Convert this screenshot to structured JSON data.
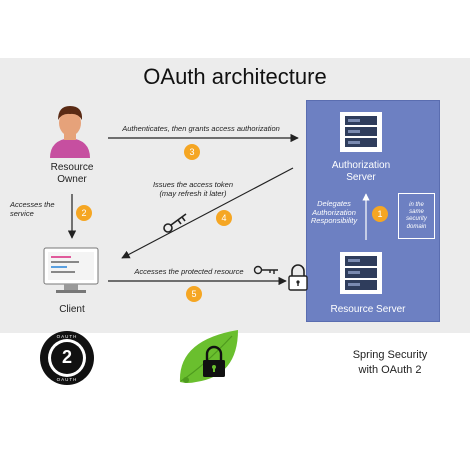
{
  "title": "OAuth architecture",
  "nodes": {
    "owner": {
      "label_line1": "Resource",
      "label_line2": "Owner"
    },
    "client": {
      "label": "Client"
    },
    "auth_server": {
      "label_line1": "Authorization",
      "label_line2": "Server"
    },
    "resource_server": {
      "label": "Resource Server"
    }
  },
  "steps": [
    {
      "number": "1",
      "text_line1": "Delegates",
      "text_line2": "Authorization",
      "text_line3": "Responsibility"
    },
    {
      "number": "2",
      "text_line1": "Accesses the",
      "text_line2": "service"
    },
    {
      "number": "3",
      "text": "Authenticates, then grants access authorization"
    },
    {
      "number": "4",
      "text_line1": "Issues the access token",
      "text_line2": "(may refresh it later)"
    },
    {
      "number": "5",
      "text": "Accesses the protected resource"
    }
  ],
  "security_domain": {
    "line1": "in the",
    "line2": "same",
    "line3": "security",
    "line4": "domain"
  },
  "footer": {
    "spring_line1": "Spring Security",
    "spring_line2": "with OAuth 2",
    "oauth_badge_number": "2",
    "oauth_badge_top": "OAUTH",
    "oauth_badge_bottom": "OAUTH"
  },
  "colors": {
    "auth_zone": "#6d80c2",
    "step_badge": "#f5a623",
    "person_shirt": "#c64fa0",
    "person_skin": "#e6a27a",
    "person_hair": "#5a2a14",
    "server": "#2f3d5c",
    "leaf": "#6abf2e"
  }
}
